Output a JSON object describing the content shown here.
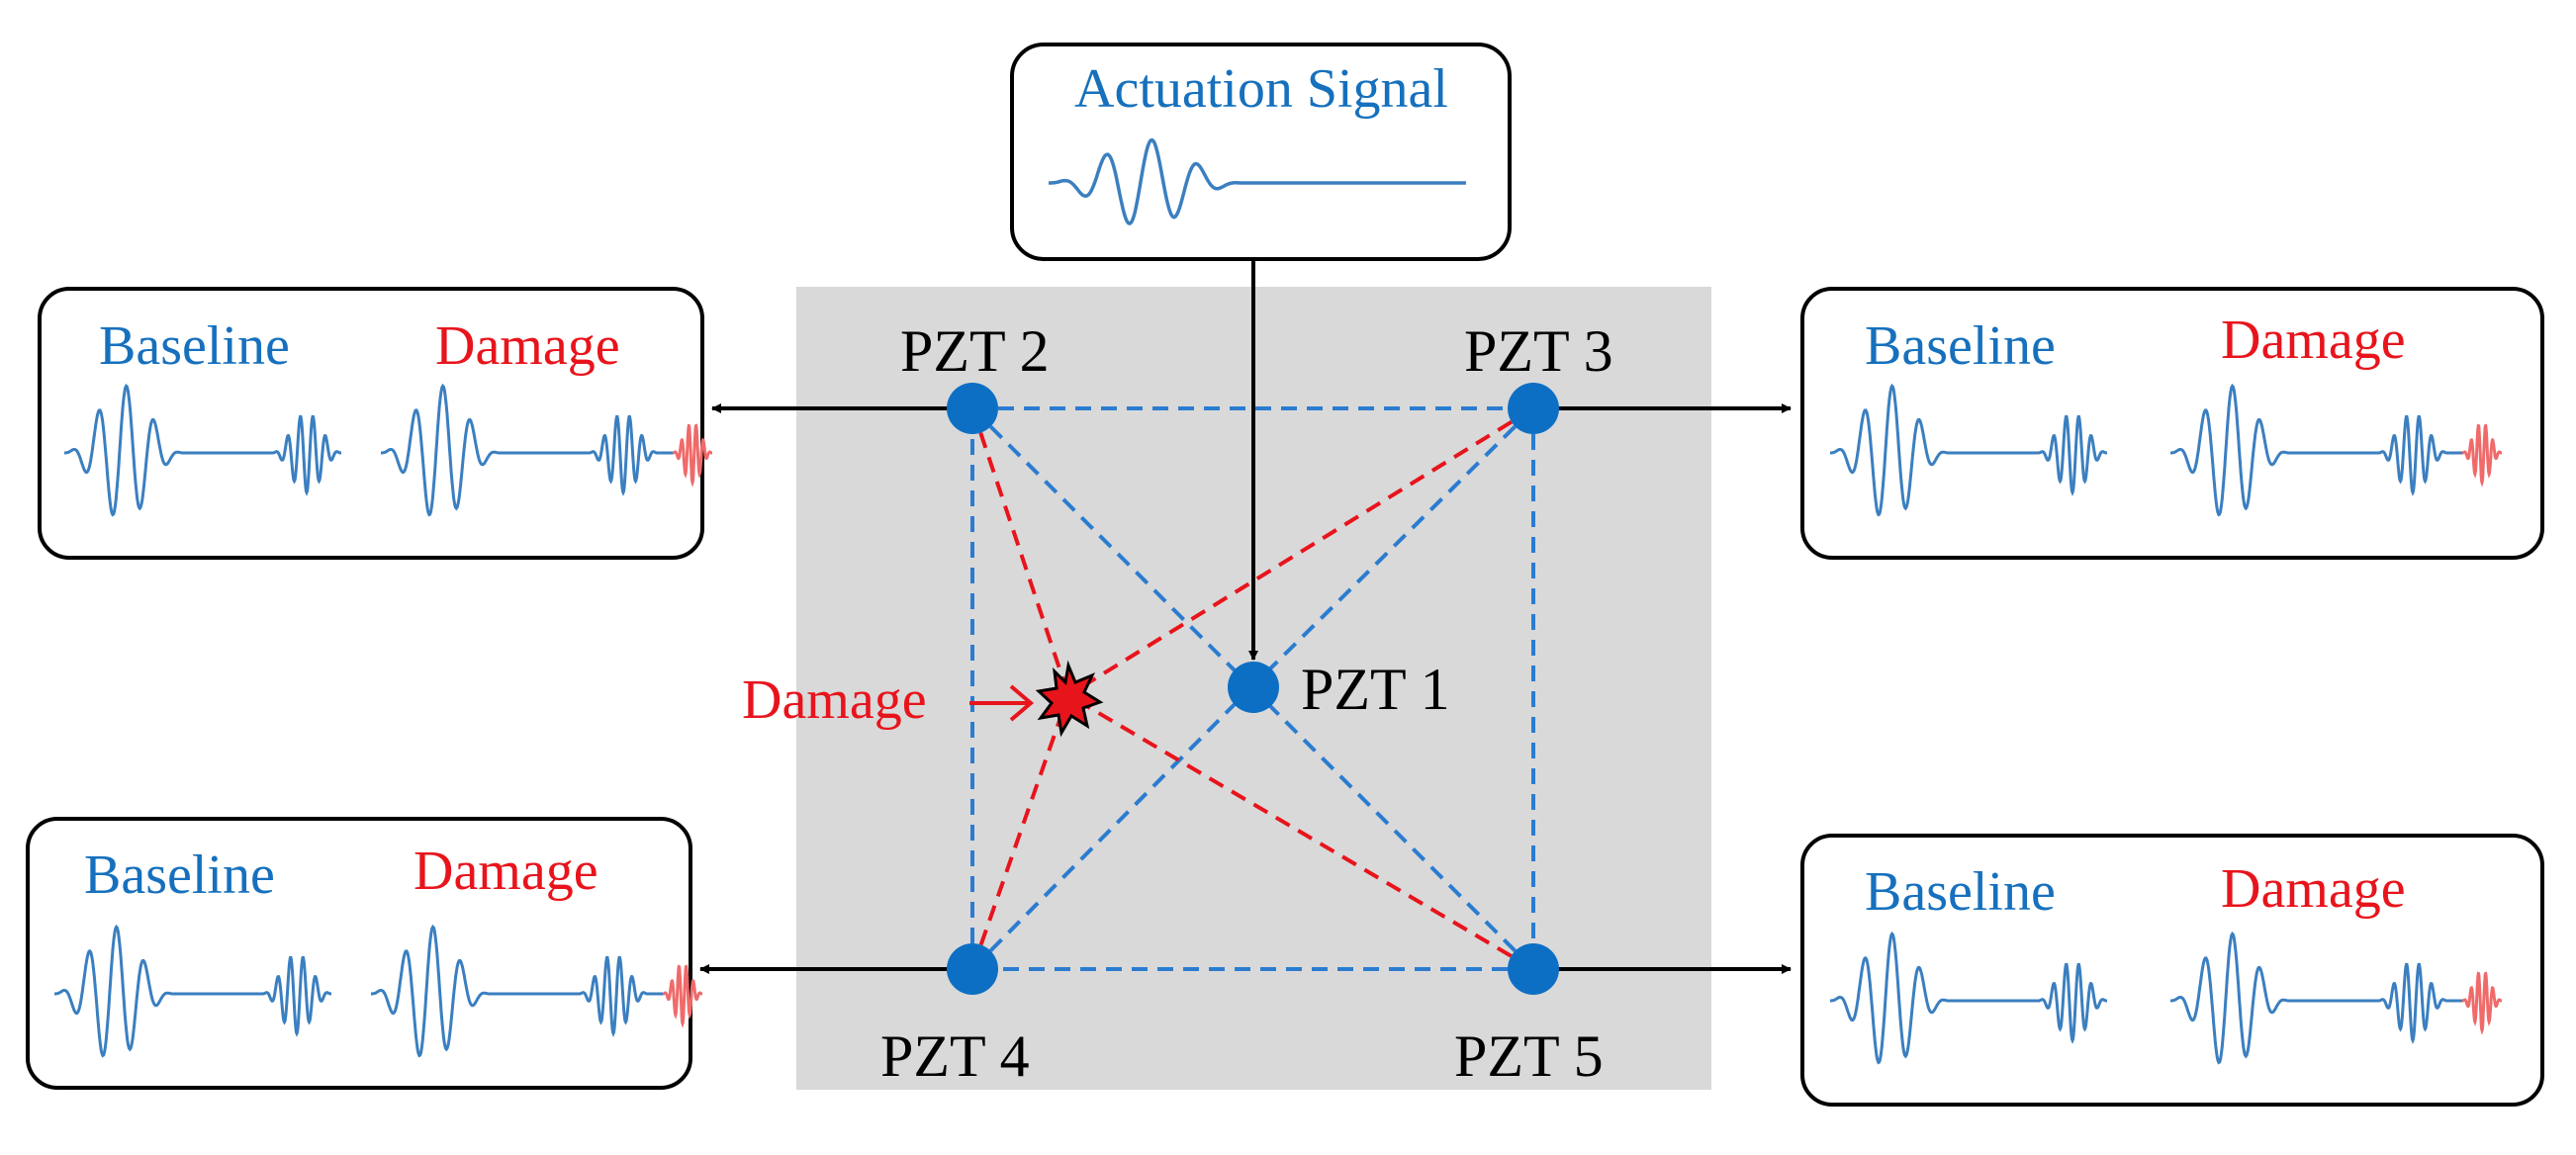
{
  "actuation": {
    "label": "Actuation Signal"
  },
  "sensors": [
    {
      "id": "pzt1",
      "label": "PZT 1"
    },
    {
      "id": "pzt2",
      "label": "PZT 2"
    },
    {
      "id": "pzt3",
      "label": "PZT 3"
    },
    {
      "id": "pzt4",
      "label": "PZT 4"
    },
    {
      "id": "pzt5",
      "label": "PZT 5"
    }
  ],
  "damage_marker": {
    "label": "Damage"
  },
  "signal_panels": [
    {
      "id": "panel-pzt2",
      "baseline_label": "Baseline",
      "damage_label": "Damage"
    },
    {
      "id": "panel-pzt3",
      "baseline_label": "Baseline",
      "damage_label": "Damage"
    },
    {
      "id": "panel-pzt4",
      "baseline_label": "Baseline",
      "damage_label": "Damage"
    },
    {
      "id": "panel-pzt5",
      "baseline_label": "Baseline",
      "damage_label": "Damage"
    }
  ],
  "colors": {
    "plate": "#d9d9d9",
    "sensor": "#0d6fc4",
    "path_blue": "#2b7cd0",
    "path_red": "#e8141c",
    "text_blue": "#1670bd",
    "text_red": "#e8141c",
    "wave_blue": "#3b7fc0",
    "wave_red": "#f06a6a",
    "arrow": "#000000"
  }
}
